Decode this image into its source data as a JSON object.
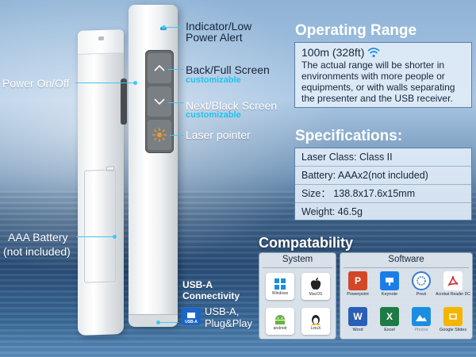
{
  "labels": {
    "indicator": [
      "Indicator/Low",
      "Power Alert"
    ],
    "power": "Power On/Off",
    "back": "Back/Full Screen",
    "back_sub": "customizable",
    "next": "Next/Black Screen",
    "next_sub": "customizable",
    "laser": "Laser pointer",
    "battery": [
      "AAA Battery",
      "(not included)"
    ],
    "usb_title": [
      "USB-A",
      "Connectivity"
    ],
    "usb_desc": [
      "USB-A,",
      "Plug&Play"
    ],
    "usb_icon_text": "USB-A"
  },
  "operating_range": {
    "title": "Operating Range",
    "range": "100m (328ft)",
    "note": "The actual range will be shorter in environments with more people or equipments, or with walls separating the presenter and the USB receiver."
  },
  "specifications": {
    "title": "Specifications:",
    "rows": [
      "Laser Class: Class II",
      "Battery: AAAx2(not included)",
      "Size： 138.8x17.6x15mm",
      "Weight: 46.5g"
    ]
  },
  "compatability": {
    "title": "Compatability",
    "system": {
      "header": "System",
      "items": [
        "Windows",
        "MacOS",
        "android",
        "LinuX"
      ]
    },
    "software": {
      "header": "Software",
      "items": [
        "Powerpoint",
        "Keynote",
        "Prezi",
        "Acrobat Reader DC",
        "Word",
        "Excel",
        "Photos",
        "Google Slides"
      ]
    }
  },
  "colors": {
    "accent": "#3fc7ef",
    "sub_label": "#1ec3f2"
  }
}
